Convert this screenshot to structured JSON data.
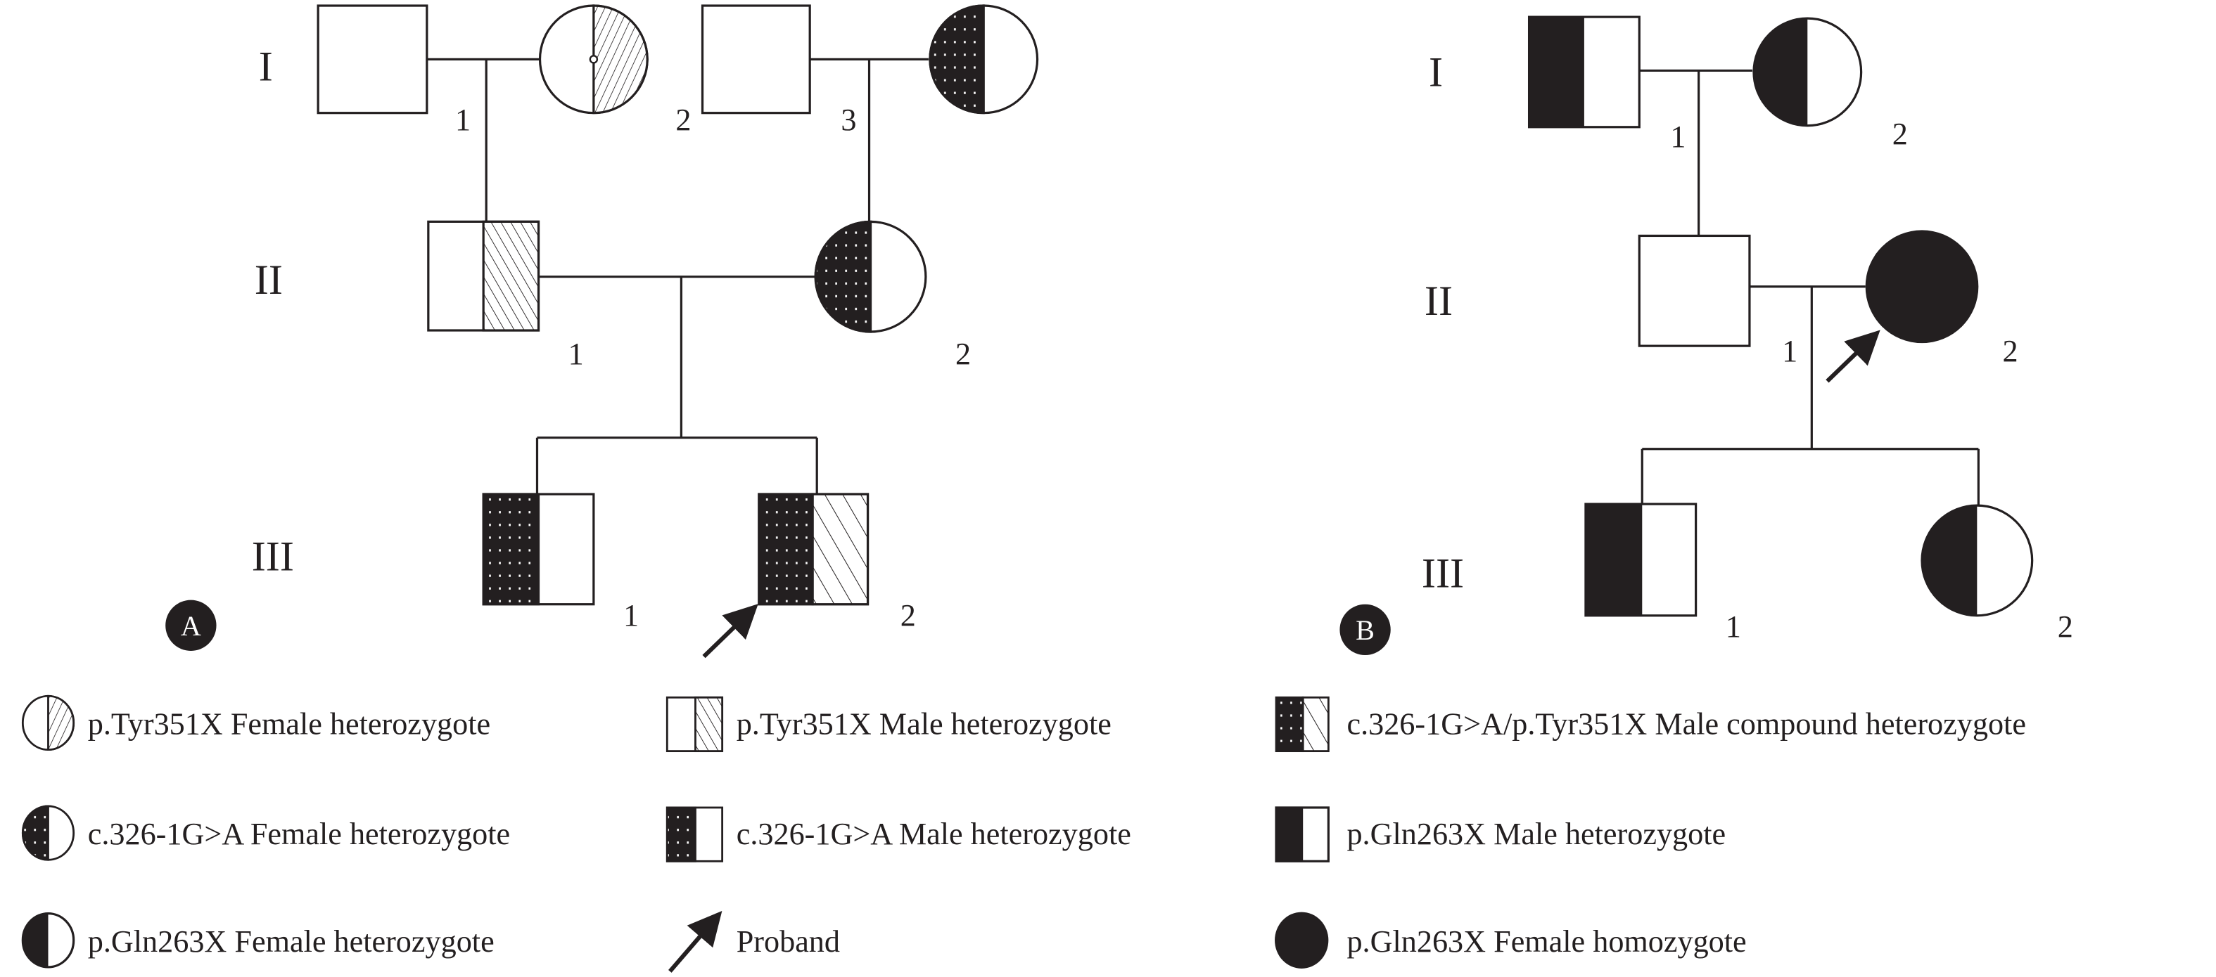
{
  "colors": {
    "ink": "#231f20",
    "background": "#ffffff"
  },
  "panel_a": {
    "badge": "A",
    "generations": [
      "I",
      "II",
      "III"
    ],
    "gen1_numbers": [
      "1",
      "2",
      "3"
    ],
    "gen2_numbers": [
      "1",
      "2"
    ],
    "gen3_numbers": [
      "1",
      "2"
    ]
  },
  "panel_b": {
    "badge": "B",
    "generations": [
      "I",
      "II",
      "III"
    ],
    "gen1_numbers": [
      "1",
      "2"
    ],
    "gen2_numbers": [
      "1",
      "2"
    ],
    "gen3_numbers": [
      "1",
      "2"
    ]
  },
  "legend": [
    {
      "symbol": "female-hatched-half",
      "label": "p.Tyr351X Female heterozygote"
    },
    {
      "symbol": "male-hatched-half",
      "label": "p.Tyr351X Male heterozygote"
    },
    {
      "symbol": "male-dotted-hatched",
      "label": "c.326-1G>A/p.Tyr351X Male compound heterozygote"
    },
    {
      "symbol": "female-dotted-half",
      "label": "c.326-1G>A Female heterozygote"
    },
    {
      "symbol": "male-dotted-half",
      "label": "c.326-1G>A Male heterozygote"
    },
    {
      "symbol": "male-black-half",
      "label": "p.Gln263X Male heterozygote"
    },
    {
      "symbol": "female-black-half",
      "label": "p.Gln263X Female heterozygote"
    },
    {
      "symbol": "proband-arrow",
      "label": "Proband"
    },
    {
      "symbol": "female-black-full",
      "label": "p.Gln263X Female homozygote"
    }
  ]
}
